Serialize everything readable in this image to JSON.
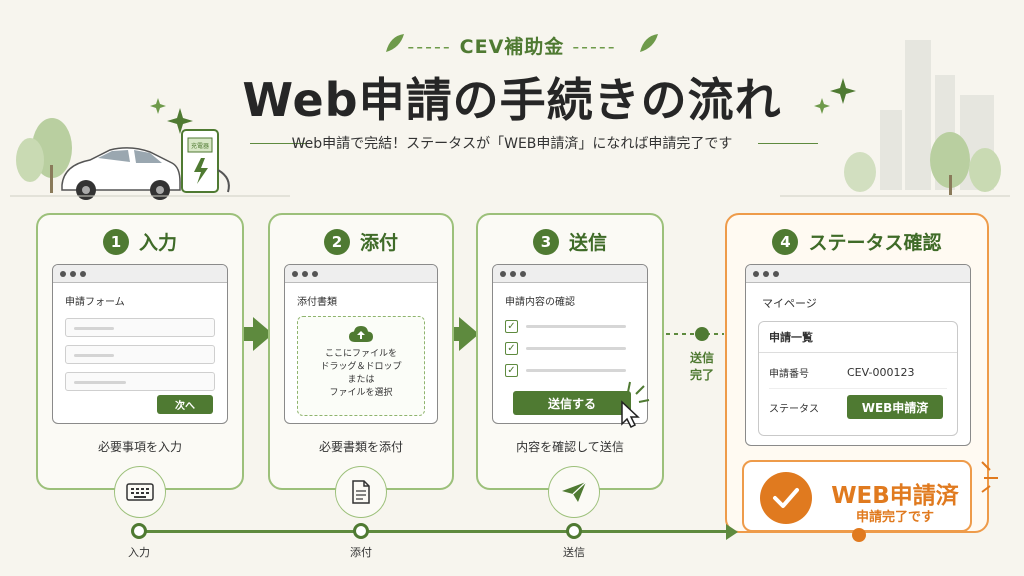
{
  "header": {
    "tag": "CEV補助金",
    "title": "Web申請の手続きの流れ",
    "subtitle": "Web申請で完結！ステータスが「WEB申請済」になれば申請完了です"
  },
  "illustration": {
    "charger_sign": "充電器"
  },
  "steps": [
    {
      "num": "1",
      "label": "入力",
      "window_title": "申請フォーム",
      "button": "次へ",
      "caption": "必要事項を入力",
      "icon": "keyboard-icon"
    },
    {
      "num": "2",
      "label": "添付",
      "window_title": "添付書類",
      "drop_lines": [
        "ここにファイルを",
        "ドラッグ＆ドロップ",
        "または",
        "ファイルを選択"
      ],
      "caption": "必要書類を添付",
      "icon": "document-icon"
    },
    {
      "num": "3",
      "label": "送信",
      "window_title": "申請内容の確認",
      "button": "送信する",
      "caption": "内容を確認して送信",
      "icon": "paper-plane-icon"
    },
    {
      "num": "4",
      "label": "ステータス確認",
      "page_title": "マイページ",
      "list_title": "申請一覧",
      "row1_label": "申請番号",
      "row1_value": "CEV-000123",
      "row2_label": "ステータス",
      "row2_value": "WEB申請済"
    }
  ],
  "connector": {
    "label_line1": "送信",
    "label_line2": "完了"
  },
  "done": {
    "title": "WEB申請済",
    "sub": "申請完了です"
  },
  "timeline": [
    "入力",
    "添付",
    "送信"
  ],
  "colors": {
    "green": "#4f7a32",
    "light_green": "#9cc07a",
    "orange": "#e07a1f",
    "background": "#f7f5ee"
  }
}
